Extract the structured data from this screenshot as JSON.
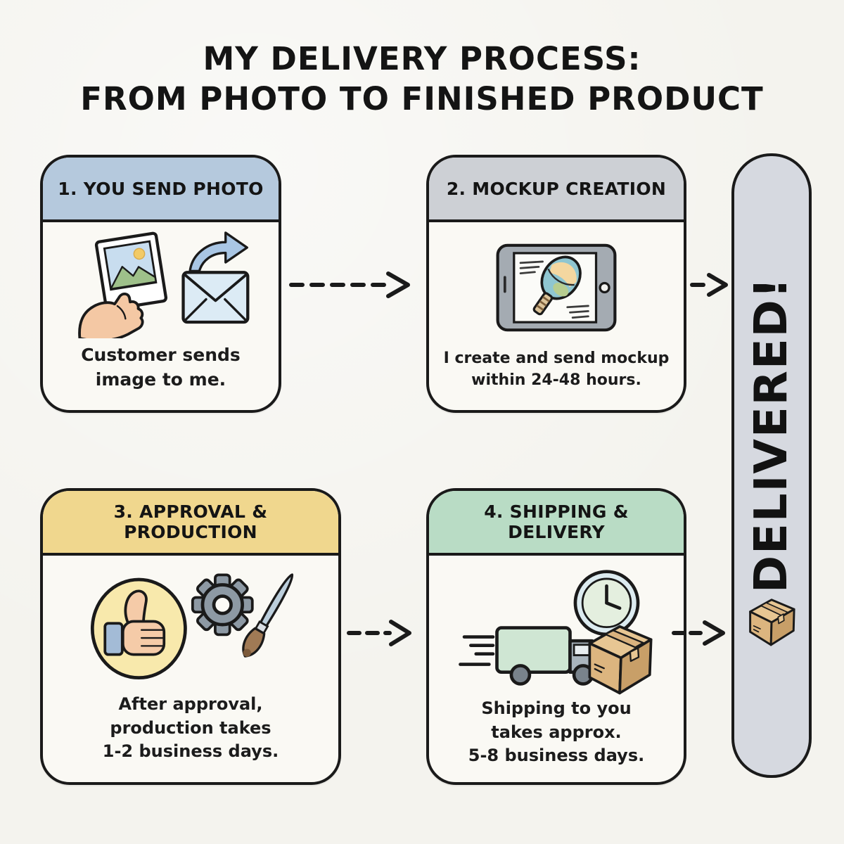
{
  "title": {
    "line1": "MY DELIVERY PROCESS:",
    "line2": "FROM PHOTO TO FINISHED PRODUCT"
  },
  "steps": [
    {
      "header": "1. YOU SEND PHOTO",
      "header_color": "#b5c9dd",
      "body_lines": [
        "Customer sends",
        "image to me."
      ],
      "icons": [
        "photo-in-hand-icon",
        "send-email-icon"
      ]
    },
    {
      "header": "2. MOCKUP CREATION",
      "header_color": "#cdd0d5",
      "body_lines": [
        "I create and send mockup",
        "within 24-48 hours."
      ],
      "icons": [
        "tablet-mockup-icon"
      ]
    },
    {
      "header": "3. APPROVAL & PRODUCTION",
      "header_color": "#f0d78e",
      "body_lines": [
        "After approval,",
        "production takes",
        "1-2 business days."
      ],
      "icons": [
        "thumbs-up-icon",
        "gear-icon",
        "paintbrush-icon"
      ]
    },
    {
      "header": "4. SHIPPING & DELIVERY",
      "header_color": "#b9dcc5",
      "body_lines": [
        "Shipping to you",
        "takes approx.",
        "5-8 business days."
      ],
      "icons": [
        "delivery-truck-icon",
        "clock-icon",
        "package-box-icon"
      ]
    }
  ],
  "banner": {
    "label": "DELIVERED!",
    "fill_color": "#d6d9e0",
    "icon": "package-box-icon"
  },
  "colors": {
    "background": "#f4f3ee",
    "card_background": "#faf9f4",
    "outline": "#1a1a1a",
    "arrow": "#1a1a1a"
  }
}
